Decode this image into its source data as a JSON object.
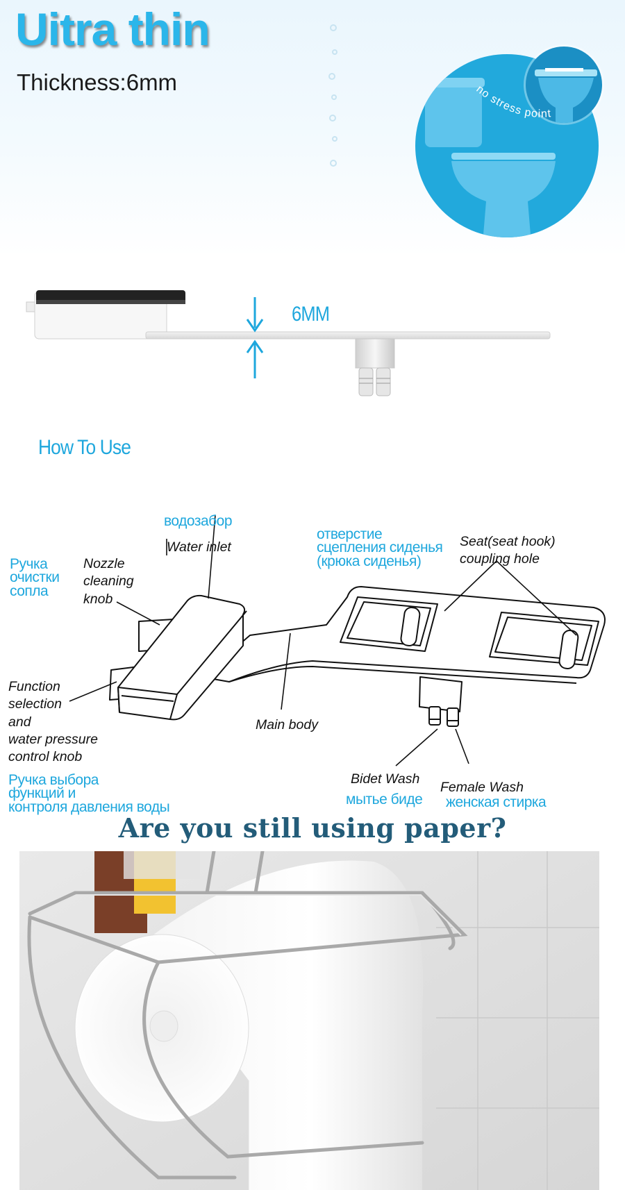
{
  "hero": {
    "title": "Uitra thin",
    "thickness": "Thickness:6mm",
    "badge_text": "no stress points"
  },
  "thickness_diagram": {
    "measure_label": "6MM"
  },
  "how_to": {
    "title": "How To Use"
  },
  "diagram": {
    "labels_en": {
      "water_inlet": "Water inlet",
      "nozzle_cleaning_knob": [
        "Nozzle",
        "cleaning",
        "knob"
      ],
      "seat_hook_hole": [
        "Seat(seat hook)",
        "coupling hole"
      ],
      "function_knob": [
        "Function",
        "selection",
        "and",
        "water pressure",
        "control knob"
      ],
      "main_body": "Main body",
      "bidet_wash": "Bidet Wash",
      "female_wash": "Female Wash"
    },
    "labels_ru": {
      "water_inlet": "водозабор",
      "nozzle_knob": [
        "Ручка",
        "очистки",
        "сопла"
      ],
      "seat_hook_hole": [
        "отверстие",
        "сцепления сиденья",
        "(крюка сиденья)"
      ],
      "function_knob": [
        "Ручка выбора",
        "функций и",
        "контроля давления воды"
      ],
      "bidet_wash": "мытье биде",
      "female_wash": "женская стирка"
    }
  },
  "paper_section": {
    "title": "Are you still using paper?"
  },
  "colors": {
    "accent_blue": "#1ea7dd",
    "title_blue": "#2bb6ea",
    "heading_navy": "#235c79",
    "circle_blue": "#22a9dc"
  }
}
